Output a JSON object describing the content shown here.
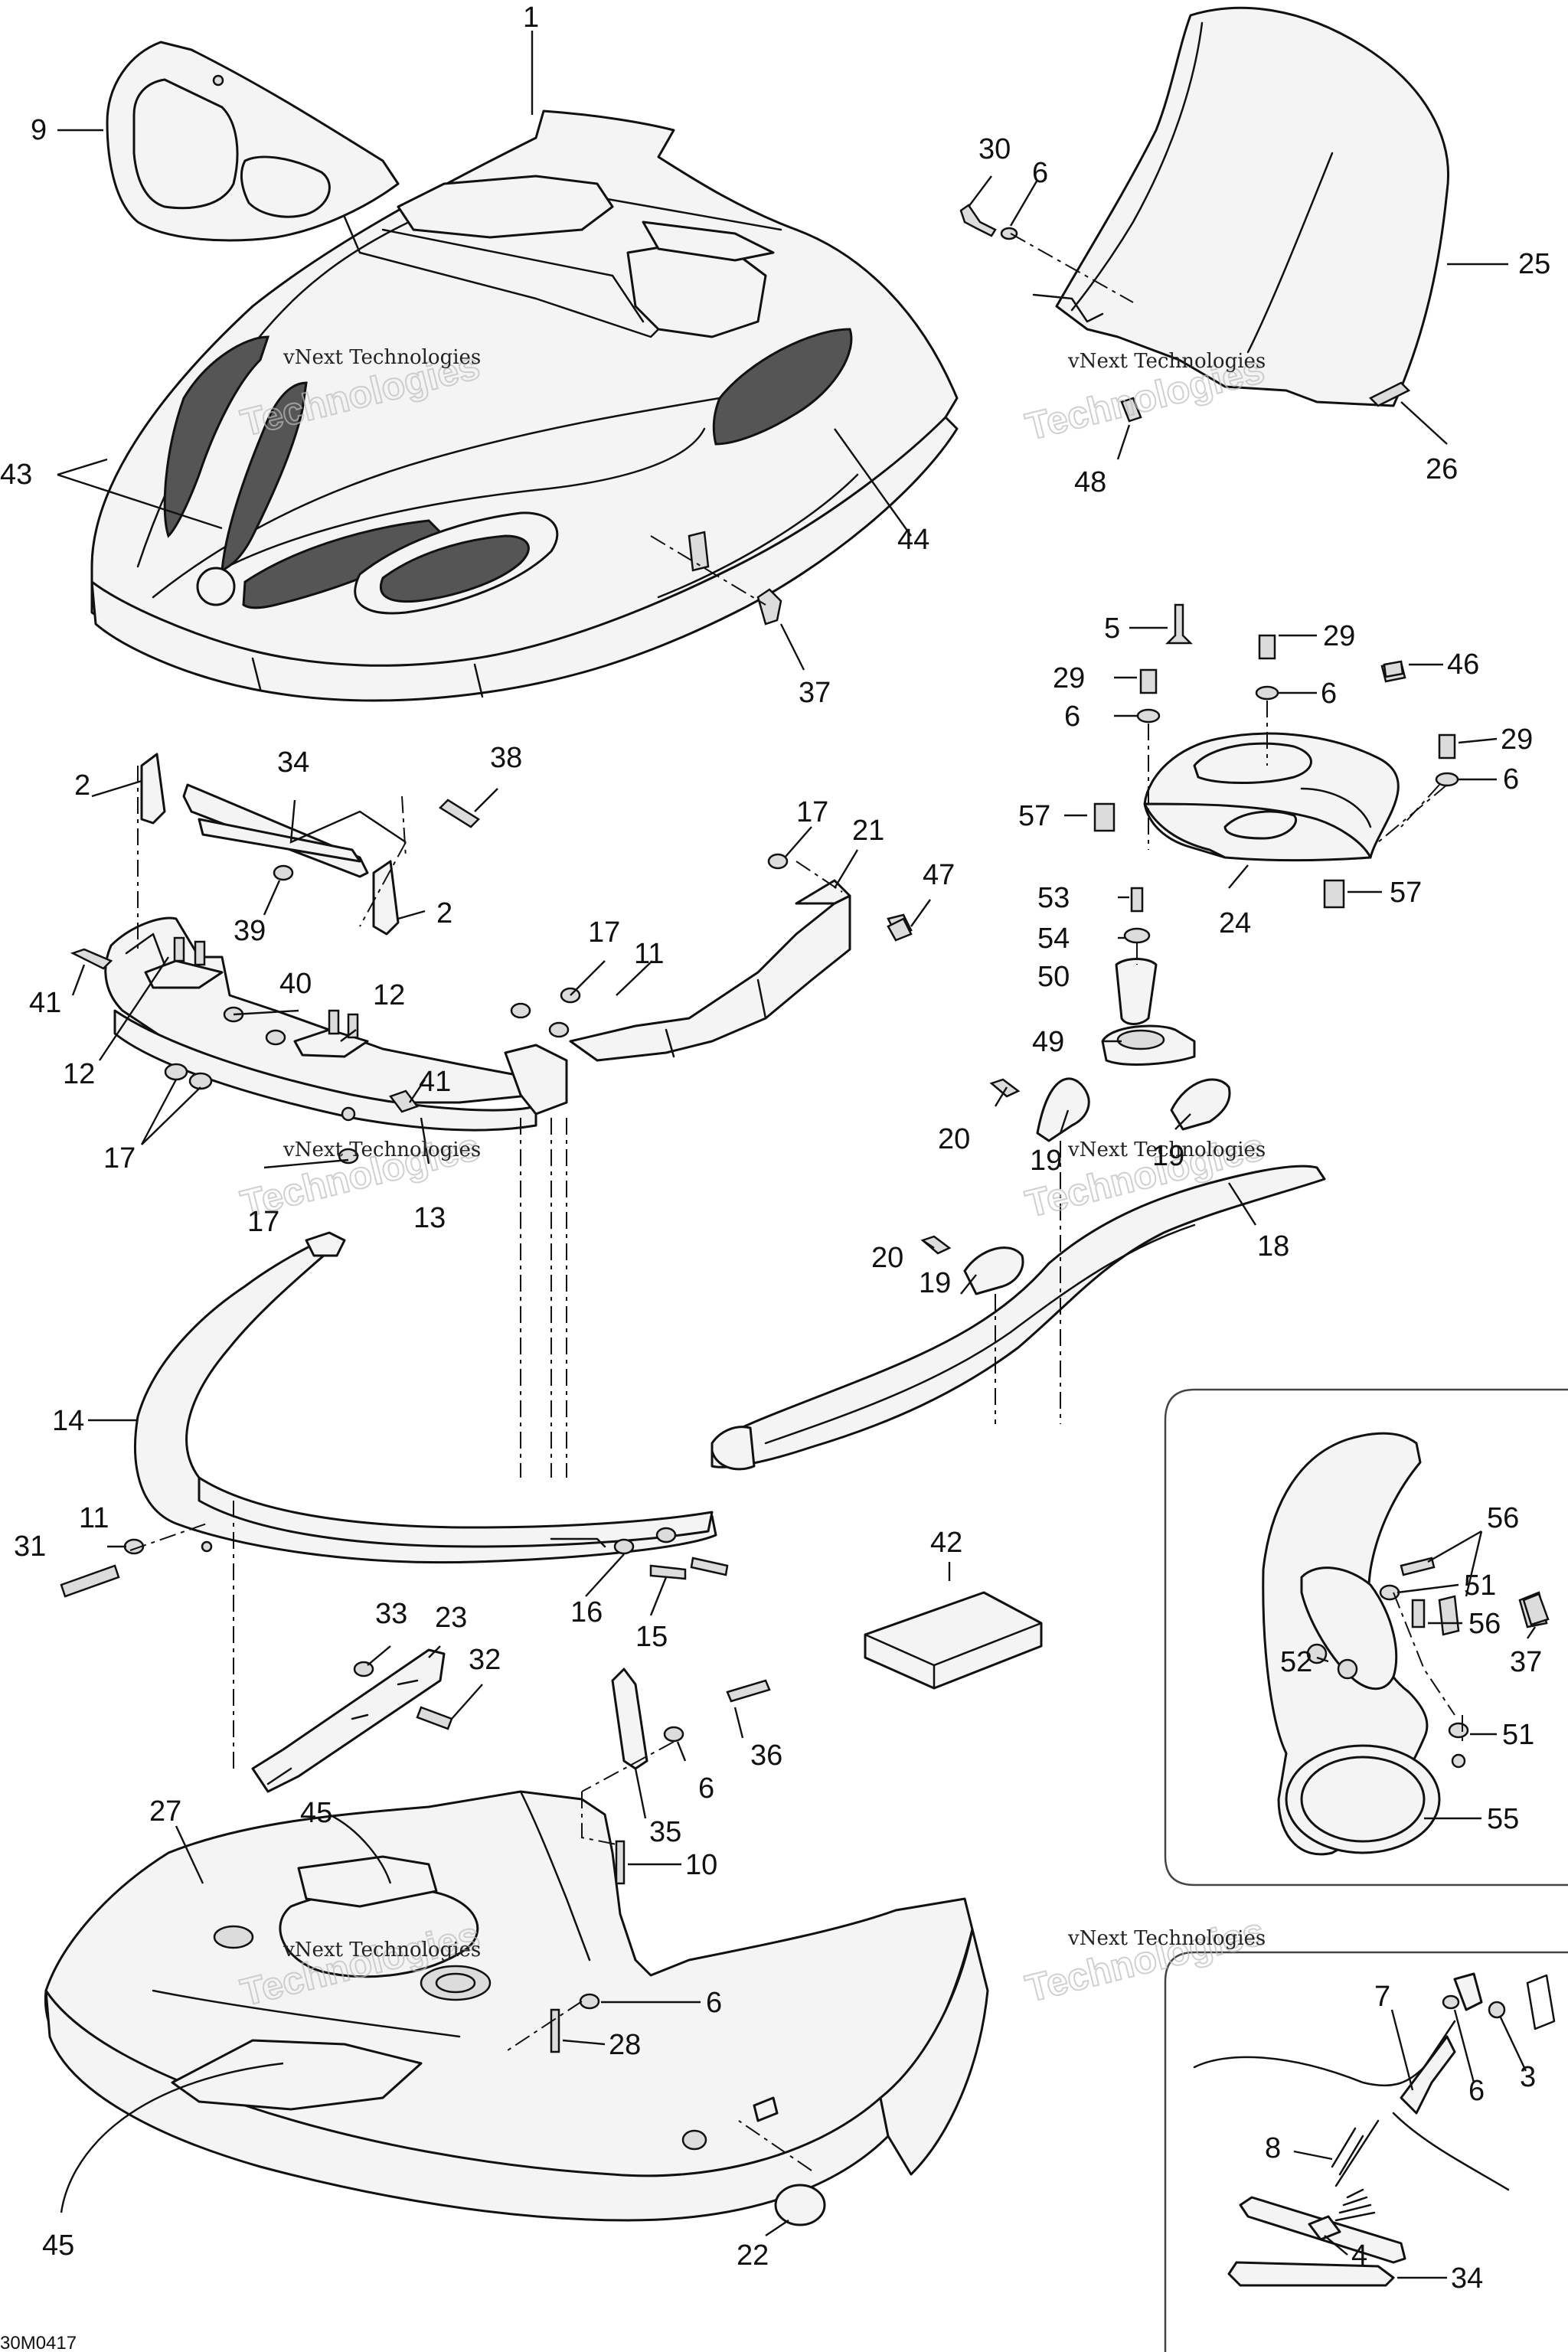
{
  "figure_code": "30M0417",
  "watermark": {
    "line1": "vNext Technologies",
    "line2": "Technologies"
  },
  "callouts": {
    "c1": "1",
    "c9": "9",
    "c43": "43",
    "c44": "44",
    "c37a": "37",
    "c30": "30",
    "c6a": "6",
    "c25": "25",
    "c48": "48",
    "c26": "26",
    "c5": "5",
    "c29a": "29",
    "c29b": "29",
    "c6b": "6",
    "c6c": "6",
    "c46": "46",
    "c29c": "29",
    "c6d": "6",
    "c57a": "57",
    "c57b": "57",
    "c24": "24",
    "c53": "53",
    "c54": "54",
    "c50": "50",
    "c49": "49",
    "c2a": "2",
    "c34a": "34",
    "c38": "38",
    "c39": "39",
    "c2b": "2",
    "c41a": "41",
    "c12a": "12",
    "c40": "40",
    "c12b": "12",
    "c41b": "41",
    "c17a": "17",
    "c17b": "17",
    "c13": "13",
    "c17c": "17",
    "c11a": "11",
    "c17d": "17",
    "c21": "21",
    "c47": "47",
    "c20a": "20",
    "c19a": "19",
    "c19b": "19",
    "c18": "18",
    "c20b": "20",
    "c19c": "19",
    "c14": "14",
    "c11b": "11",
    "c31": "31",
    "c16": "16",
    "c15": "15",
    "c42": "42",
    "c33": "33",
    "c23": "23",
    "c32": "32",
    "c36": "36",
    "c6e": "6",
    "c35": "35",
    "c27": "27",
    "c45a": "45",
    "c10": "10",
    "c6f": "6",
    "c28": "28",
    "c45b": "45",
    "c22": "22",
    "c56a": "56",
    "c51a": "51",
    "c56b": "56",
    "c37b": "37",
    "c52": "52",
    "c51b": "51",
    "c55": "55",
    "c7": "7",
    "c6g": "6",
    "c3": "3",
    "c8": "8",
    "c4": "4",
    "c34b": "34"
  }
}
